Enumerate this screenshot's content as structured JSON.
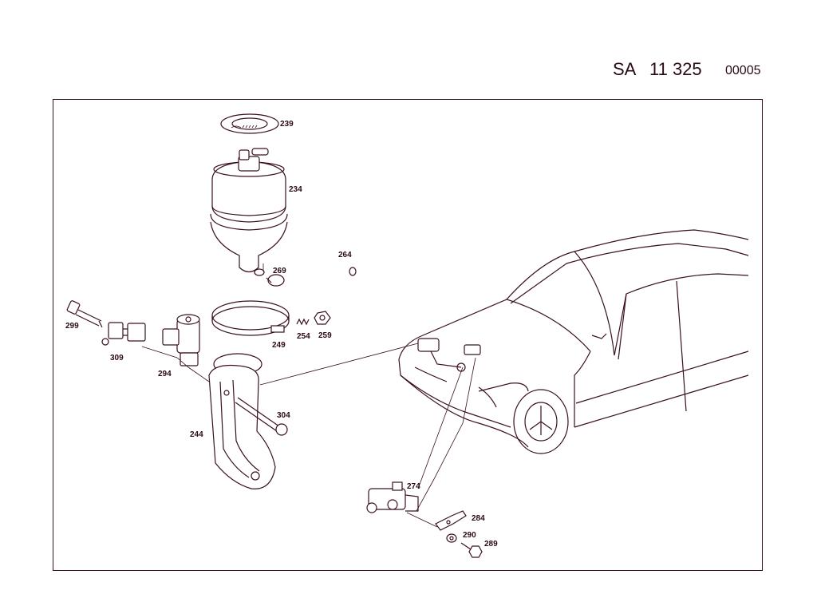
{
  "header": {
    "prefix": "SA",
    "number": "11 325",
    "code": "00005"
  },
  "parts": [
    {
      "id": "239",
      "label": "239"
    },
    {
      "id": "234",
      "label": "234"
    },
    {
      "id": "264",
      "label": "264"
    },
    {
      "id": "269",
      "label": "269"
    },
    {
      "id": "299",
      "label": "299"
    },
    {
      "id": "309",
      "label": "309"
    },
    {
      "id": "294",
      "label": "294"
    },
    {
      "id": "249",
      "label": "249"
    },
    {
      "id": "254",
      "label": "254"
    },
    {
      "id": "259",
      "label": "259"
    },
    {
      "id": "304",
      "label": "304"
    },
    {
      "id": "244",
      "label": "244"
    },
    {
      "id": "274",
      "label": "274"
    },
    {
      "id": "284",
      "label": "284"
    },
    {
      "id": "290",
      "label": "290"
    },
    {
      "id": "289",
      "label": "289"
    }
  ],
  "colors": {
    "line": "#3a1020",
    "text": "#2a0a14",
    "background": "#ffffff"
  }
}
